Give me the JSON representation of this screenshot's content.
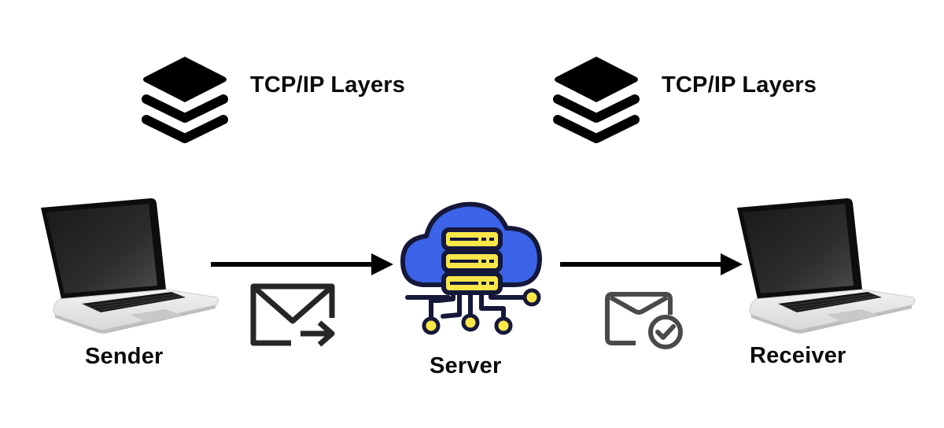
{
  "diagram": {
    "layers_groups": [
      {
        "title": "TCP/IP Layers",
        "icon": "layers-stack-icon"
      },
      {
        "title": "TCP/IP Layers",
        "icon": "layers-stack-icon"
      }
    ],
    "nodes": {
      "sender": {
        "label": "Sender",
        "icon": "laptop-icon"
      },
      "server": {
        "label": "Server",
        "icon": "cloud-server-icon"
      },
      "receiver": {
        "label": "Receiver",
        "icon": "laptop-icon"
      }
    },
    "edges": [
      {
        "from": "Sender",
        "to": "Server",
        "icon": "mail-send-icon"
      },
      {
        "from": "Server",
        "to": "Receiver",
        "icon": "mail-check-icon"
      }
    ],
    "colors": {
      "cloud_fill": "#3a63e8",
      "server_fill": "#f9e74a",
      "outline": "#16183a",
      "arrow": "#000000",
      "mail_send": "#262626",
      "mail_check": "#4a4a4a"
    }
  }
}
